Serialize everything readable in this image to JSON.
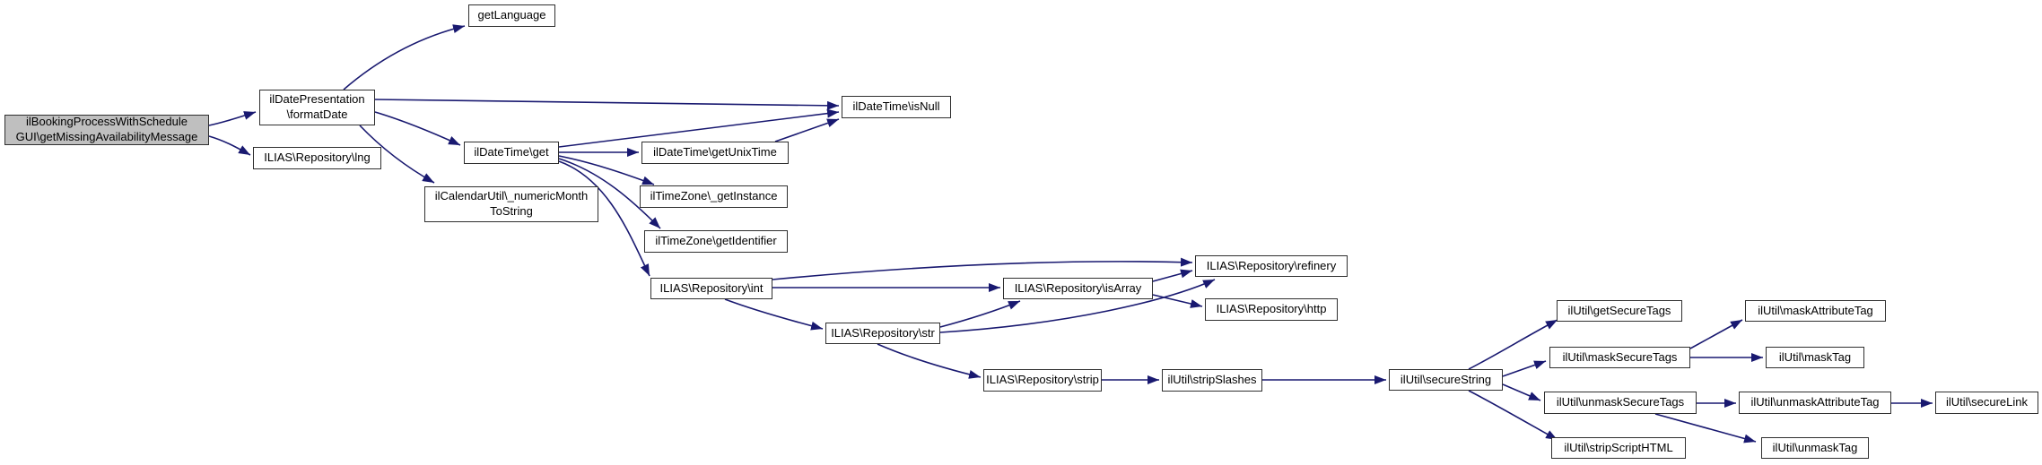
{
  "diagram": {
    "type": "call-graph",
    "colors": {
      "background": "#ffffff",
      "edge": "#191970",
      "node_border": "#2f2f2f",
      "node_fill": "#ffffff",
      "root_node_fill": "#bfbfbf",
      "text": "#000000"
    },
    "nodes": [
      {
        "id": "getMissingAvailabilityMessage",
        "label": "ilBookingProcessWithSchedule\nGUI\\getMissingAvailabilityMessage",
        "root": true
      },
      {
        "id": "formatDate",
        "label": "ilDatePresentation\n\\formatDate"
      },
      {
        "id": "lng",
        "label": "ILIAS\\Repository\\lng"
      },
      {
        "id": "getLanguage",
        "label": "getLanguage"
      },
      {
        "id": "isNull",
        "label": "ilDateTime\\isNull"
      },
      {
        "id": "get",
        "label": "ilDateTime\\get"
      },
      {
        "id": "getUnixTime",
        "label": "ilDateTime\\getUnixTime"
      },
      {
        "id": "getInstance",
        "label": "ilTimeZone\\_getInstance"
      },
      {
        "id": "getIdentifier",
        "label": "ilTimeZone\\getIdentifier"
      },
      {
        "id": "numericMonthToString",
        "label": "ilCalendarUtil\\_numericMonth\nToString"
      },
      {
        "id": "int",
        "label": "ILIAS\\Repository\\int"
      },
      {
        "id": "isArray",
        "label": "ILIAS\\Repository\\isArray"
      },
      {
        "id": "refinery",
        "label": "ILIAS\\Repository\\refinery"
      },
      {
        "id": "http",
        "label": "ILIAS\\Repository\\http"
      },
      {
        "id": "str",
        "label": "ILIAS\\Repository\\str"
      },
      {
        "id": "strip",
        "label": "ILIAS\\Repository\\strip"
      },
      {
        "id": "stripSlashes",
        "label": "ilUtil\\stripSlashes"
      },
      {
        "id": "secureString",
        "label": "ilUtil\\secureString"
      },
      {
        "id": "getSecureTags",
        "label": "ilUtil\\getSecureTags"
      },
      {
        "id": "maskSecureTags",
        "label": "ilUtil\\maskSecureTags"
      },
      {
        "id": "unmaskSecureTags",
        "label": "ilUtil\\unmaskSecureTags"
      },
      {
        "id": "stripScriptHTML",
        "label": "ilUtil\\stripScriptHTML"
      },
      {
        "id": "maskAttributeTag",
        "label": "ilUtil\\maskAttributeTag"
      },
      {
        "id": "maskTag",
        "label": "ilUtil\\maskTag"
      },
      {
        "id": "unmaskAttributeTag",
        "label": "ilUtil\\unmaskAttributeTag"
      },
      {
        "id": "unmaskTag",
        "label": "ilUtil\\unmaskTag"
      },
      {
        "id": "secureLink",
        "label": "ilUtil\\secureLink"
      }
    ],
    "edges": [
      {
        "from": "getMissingAvailabilityMessage",
        "to": "formatDate"
      },
      {
        "from": "getMissingAvailabilityMessage",
        "to": "lng"
      },
      {
        "from": "formatDate",
        "to": "getLanguage"
      },
      {
        "from": "formatDate",
        "to": "isNull"
      },
      {
        "from": "formatDate",
        "to": "get"
      },
      {
        "from": "formatDate",
        "to": "numericMonthToString"
      },
      {
        "from": "get",
        "to": "isNull"
      },
      {
        "from": "get",
        "to": "getUnixTime"
      },
      {
        "from": "get",
        "to": "getInstance"
      },
      {
        "from": "get",
        "to": "getIdentifier"
      },
      {
        "from": "get",
        "to": "int"
      },
      {
        "from": "getUnixTime",
        "to": "isNull"
      },
      {
        "from": "int",
        "to": "refinery"
      },
      {
        "from": "int",
        "to": "isArray"
      },
      {
        "from": "int",
        "to": "str"
      },
      {
        "from": "str",
        "to": "isArray"
      },
      {
        "from": "str",
        "to": "refinery"
      },
      {
        "from": "str",
        "to": "strip"
      },
      {
        "from": "isArray",
        "to": "refinery"
      },
      {
        "from": "isArray",
        "to": "http"
      },
      {
        "from": "strip",
        "to": "stripSlashes"
      },
      {
        "from": "stripSlashes",
        "to": "secureString"
      },
      {
        "from": "secureString",
        "to": "getSecureTags"
      },
      {
        "from": "secureString",
        "to": "maskSecureTags"
      },
      {
        "from": "secureString",
        "to": "unmaskSecureTags"
      },
      {
        "from": "secureString",
        "to": "stripScriptHTML"
      },
      {
        "from": "maskSecureTags",
        "to": "maskAttributeTag"
      },
      {
        "from": "maskSecureTags",
        "to": "maskTag"
      },
      {
        "from": "unmaskSecureTags",
        "to": "unmaskAttributeTag"
      },
      {
        "from": "unmaskSecureTags",
        "to": "unmaskTag"
      },
      {
        "from": "unmaskAttributeTag",
        "to": "secureLink"
      }
    ]
  }
}
